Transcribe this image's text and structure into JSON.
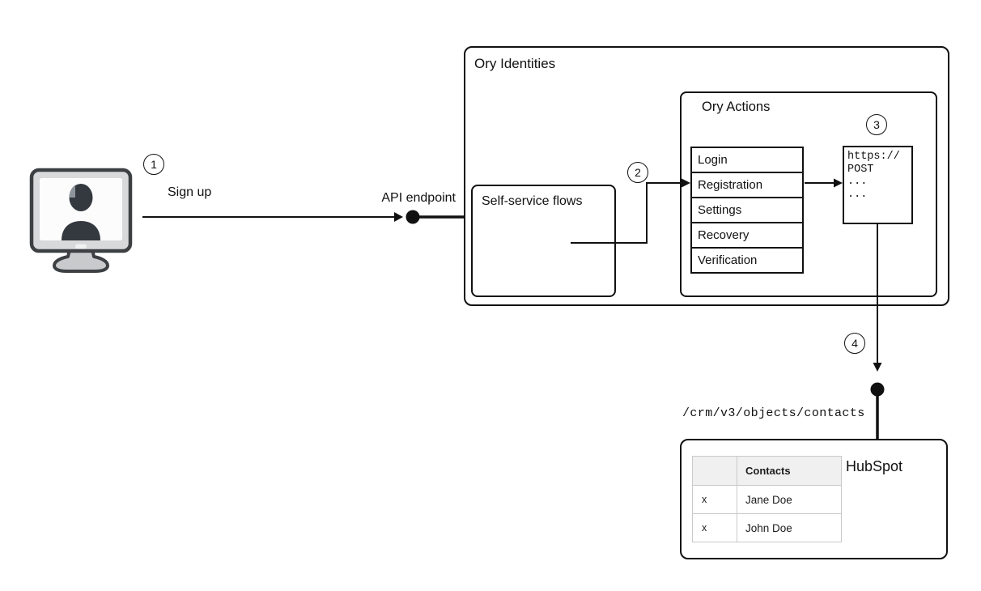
{
  "colors": {
    "line": "#111111",
    "box_border": "#111111",
    "table_border": "#c9c9cc",
    "table_header_bg": "#f0f0f1",
    "icon_body": "#d8d9da",
    "icon_outline": "#3c4043",
    "icon_person": "#34383f"
  },
  "steps": {
    "one": "1",
    "two": "2",
    "three": "3",
    "four": "4"
  },
  "client": {
    "label": "Sign up"
  },
  "api_endpoint_label": "API endpoint",
  "ory_identities": {
    "title": "Ory Identities"
  },
  "self_service": {
    "title": "Self-service flows"
  },
  "ory_actions": {
    "title": "Ory Actions",
    "flows": [
      "Login",
      "Registration",
      "Settings",
      "Recovery",
      "Verification"
    ]
  },
  "webhook": {
    "lines": [
      "https://",
      "POST",
      "...",
      "..."
    ]
  },
  "hubspot": {
    "title": "HubSpot",
    "endpoint": "/crm/v3/objects/contacts",
    "table": {
      "header": "Contacts",
      "rows": [
        {
          "action": "x",
          "name": "Jane Doe"
        },
        {
          "action": "x",
          "name": "John Doe"
        }
      ]
    }
  }
}
